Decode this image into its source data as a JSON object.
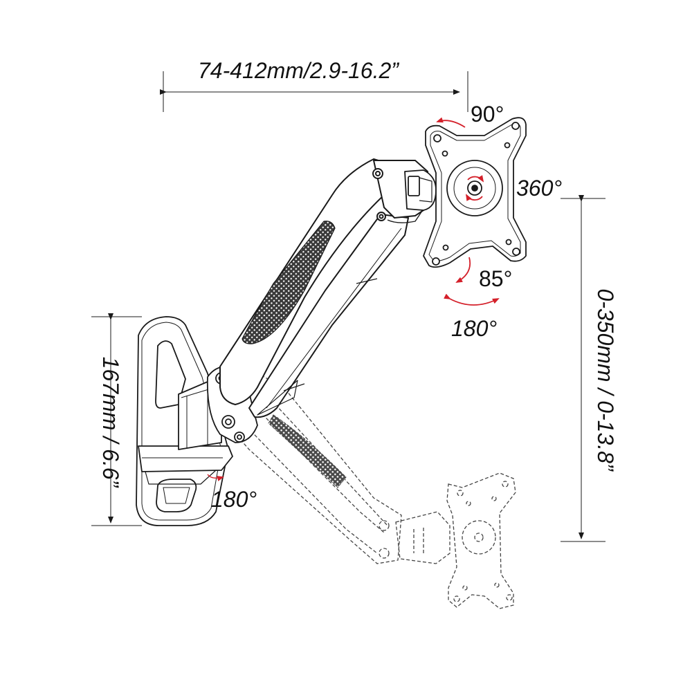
{
  "diagram": {
    "dimensions": {
      "arm_extension": "74-412mm/2.9-16.2”",
      "height_adjustment": "0-350mm / 0-13.8”",
      "wall_plate_height": "167mm / 6.6”"
    },
    "rotations": {
      "tilt_up": "90°",
      "rotate": "360°",
      "tilt_down": "85°",
      "swivel_head": "180°",
      "swivel_base": "180°"
    },
    "colors": {
      "line": "#1a1a1a",
      "arrow_red": "#d4202a",
      "mesh": "#2a2a2a",
      "ghost": "#555555"
    }
  }
}
